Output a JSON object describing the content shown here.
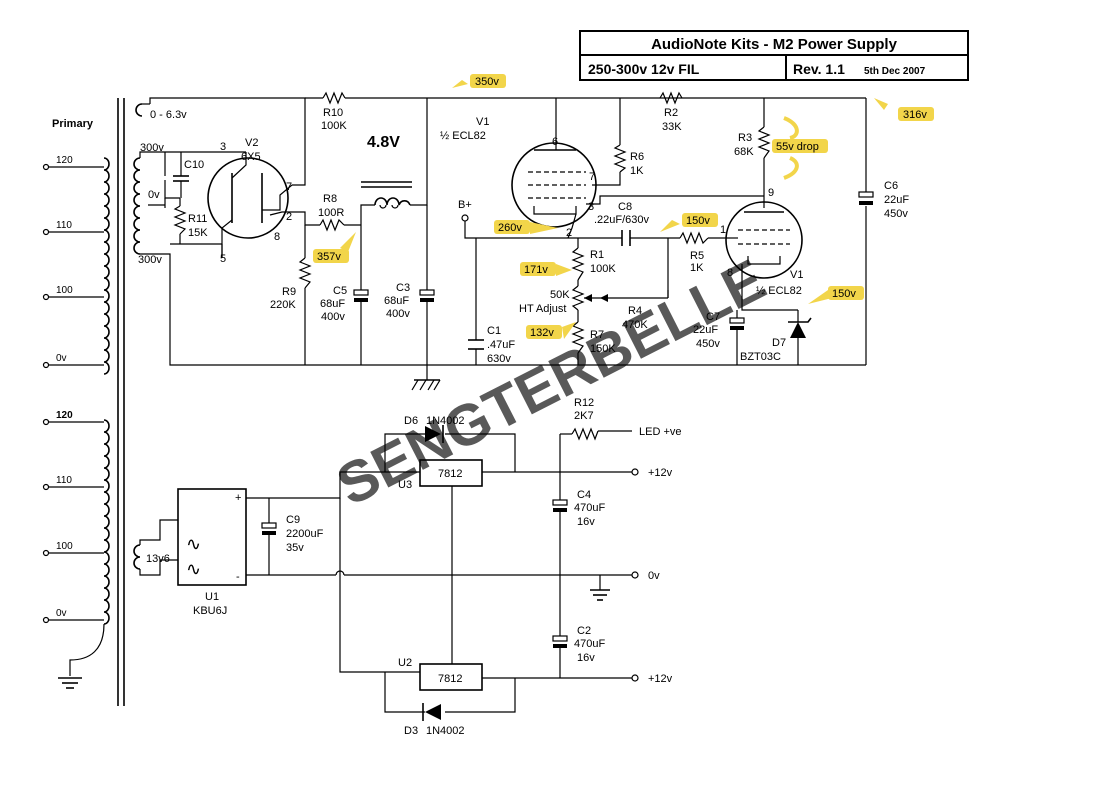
{
  "title_block": {
    "title": "AudioNote Kits - M2 Power Supply",
    "spec": "250-300v 12v FIL",
    "revision": "Rev. 1.1",
    "date": "5th Dec 2007"
  },
  "transformer": {
    "primary_label": "Primary",
    "primary_taps": [
      "120",
      "110",
      "100",
      "0v"
    ],
    "primary2_taps": [
      "120",
      "110",
      "100",
      "0v"
    ],
    "secondary_heater": "0 - 6.3v",
    "secondary_ht_top": "300v",
    "secondary_ht_ct": "0v",
    "secondary_ht_bot": "300v",
    "secondary_low": "13v6"
  },
  "components": {
    "V2": {
      "ref": "V2",
      "type": "6X5",
      "pins": [
        "3",
        "7",
        "2",
        "8",
        "5"
      ]
    },
    "C10": {
      "ref": "C10"
    },
    "R11": {
      "ref": "R11",
      "value": "15K"
    },
    "R10": {
      "ref": "R10",
      "value": "100K"
    },
    "R8": {
      "ref": "R8",
      "value": "100R"
    },
    "R9": {
      "ref": "R9",
      "value": "220K"
    },
    "choke": {
      "value": "4.8V"
    },
    "C5": {
      "ref": "C5",
      "value": "68uF",
      "voltage": "400v"
    },
    "C3": {
      "ref": "C3",
      "value": "68uF",
      "voltage": "400v"
    },
    "V1a": {
      "ref": "V1",
      "type": "½ ECL82",
      "pins": [
        "6",
        "7",
        "3",
        "2"
      ]
    },
    "R6": {
      "ref": "R6",
      "value": "1K"
    },
    "R2": {
      "ref": "R2",
      "value": "33K"
    },
    "R3": {
      "ref": "R3",
      "value": "68K"
    },
    "C6": {
      "ref": "C6",
      "value": "22uF",
      "voltage": "450v"
    },
    "bplus": "B+",
    "C8": {
      "ref": "C8",
      "value": ".22uF/630v"
    },
    "R5": {
      "ref": "R5",
      "value": "1K"
    },
    "V1b": {
      "ref": "V1",
      "type": "½ ECL82",
      "pins": [
        "9",
        "1",
        "8"
      ]
    },
    "R1": {
      "ref": "R1",
      "value": "100K"
    },
    "HTadj": {
      "value": "50K",
      "name": "HT Adjust"
    },
    "R4": {
      "ref": "R4",
      "value": "470K"
    },
    "R7": {
      "ref": "R7",
      "value": "150K"
    },
    "C1": {
      "ref": "C1",
      "value": ".47uF",
      "voltage": "630v"
    },
    "C7": {
      "ref": "C7",
      "value": "22uF",
      "voltage": "450v"
    },
    "D7": {
      "ref": "D7",
      "type": "BZT03C"
    },
    "D6": {
      "ref": "D6",
      "type": "1N4002"
    },
    "D3": {
      "ref": "D3",
      "type": "1N4002"
    },
    "R12": {
      "ref": "R12",
      "value": "2K7"
    },
    "led": "LED +ve",
    "U3": {
      "ref": "U3",
      "type": "7812"
    },
    "U2": {
      "ref": "U2",
      "type": "7812"
    },
    "C4": {
      "ref": "C4",
      "value": "470uF",
      "voltage": "16v"
    },
    "C2": {
      "ref": "C2",
      "value": "470uF",
      "voltage": "16v"
    },
    "C9": {
      "ref": "C9",
      "value": "2200uF",
      "voltage": "35v"
    },
    "U1": {
      "ref": "U1",
      "type": "KBU6J",
      "plus": "+",
      "minus": "-"
    },
    "out_top": "+12v",
    "out_mid": "0v",
    "out_bot": "+12v"
  },
  "voltage_tags": [
    "350v",
    "316v",
    "55v drop",
    "260v",
    "150v",
    "357v",
    "171v",
    "150v",
    "132v"
  ],
  "watermark": "SENGTERBELLE",
  "colors": {
    "tag": "#f2d54a",
    "watermark": "#b8b8b8",
    "ink": "#000000"
  }
}
